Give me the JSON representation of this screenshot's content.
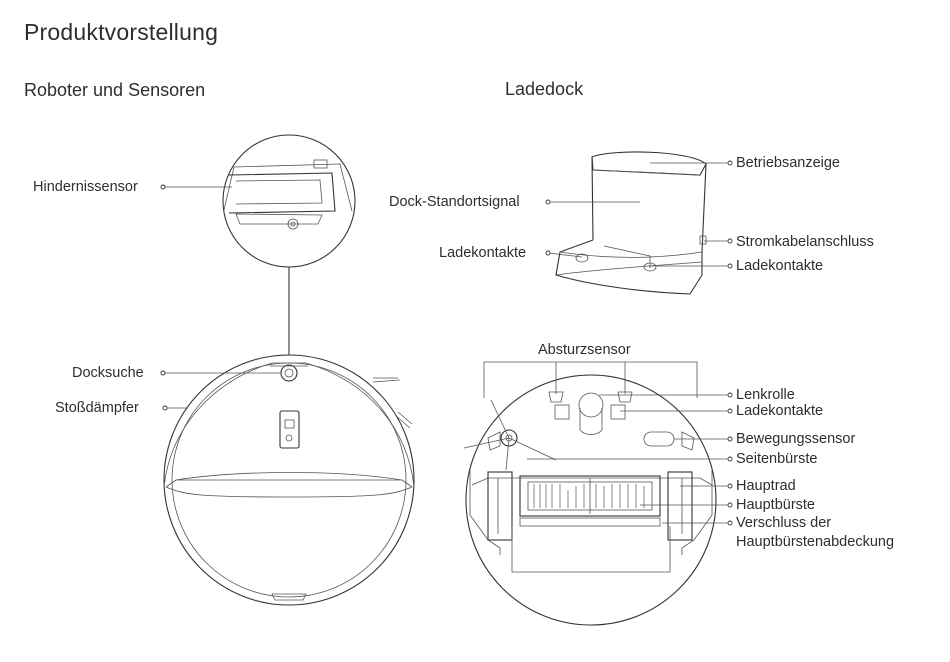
{
  "title": "Produktvorstellung",
  "sections": {
    "robot": {
      "heading": "Roboter und Sensoren"
    },
    "dock": {
      "heading": "Ladedock"
    }
  },
  "robot_top_labels": {
    "obstacle_sensor": "Hindernissensor",
    "dock_search": "Docksuche",
    "bumper": "Stoßdämpfer"
  },
  "dock_labels": {
    "status_indicator": "Betriebsanzeige",
    "dock_signal": "Dock-Standortsignal",
    "charging_contacts_left": "Ladekontakte",
    "power_port": "Stromkabelanschluss",
    "charging_contacts_right": "Ladekontakte"
  },
  "robot_bottom_labels": {
    "cliff_sensor": "Absturzsensor",
    "caster": "Lenkrolle",
    "charging_contacts": "Ladekontakte",
    "motion_sensor": "Bewegungssensor",
    "side_brush": "Seitenbürste",
    "main_wheel": "Hauptrad",
    "main_brush": "Hauptbürste",
    "brush_cover_latch_line1": "Verschluss der",
    "brush_cover_latch_line2": "Hauptbürstenabdeckung"
  }
}
